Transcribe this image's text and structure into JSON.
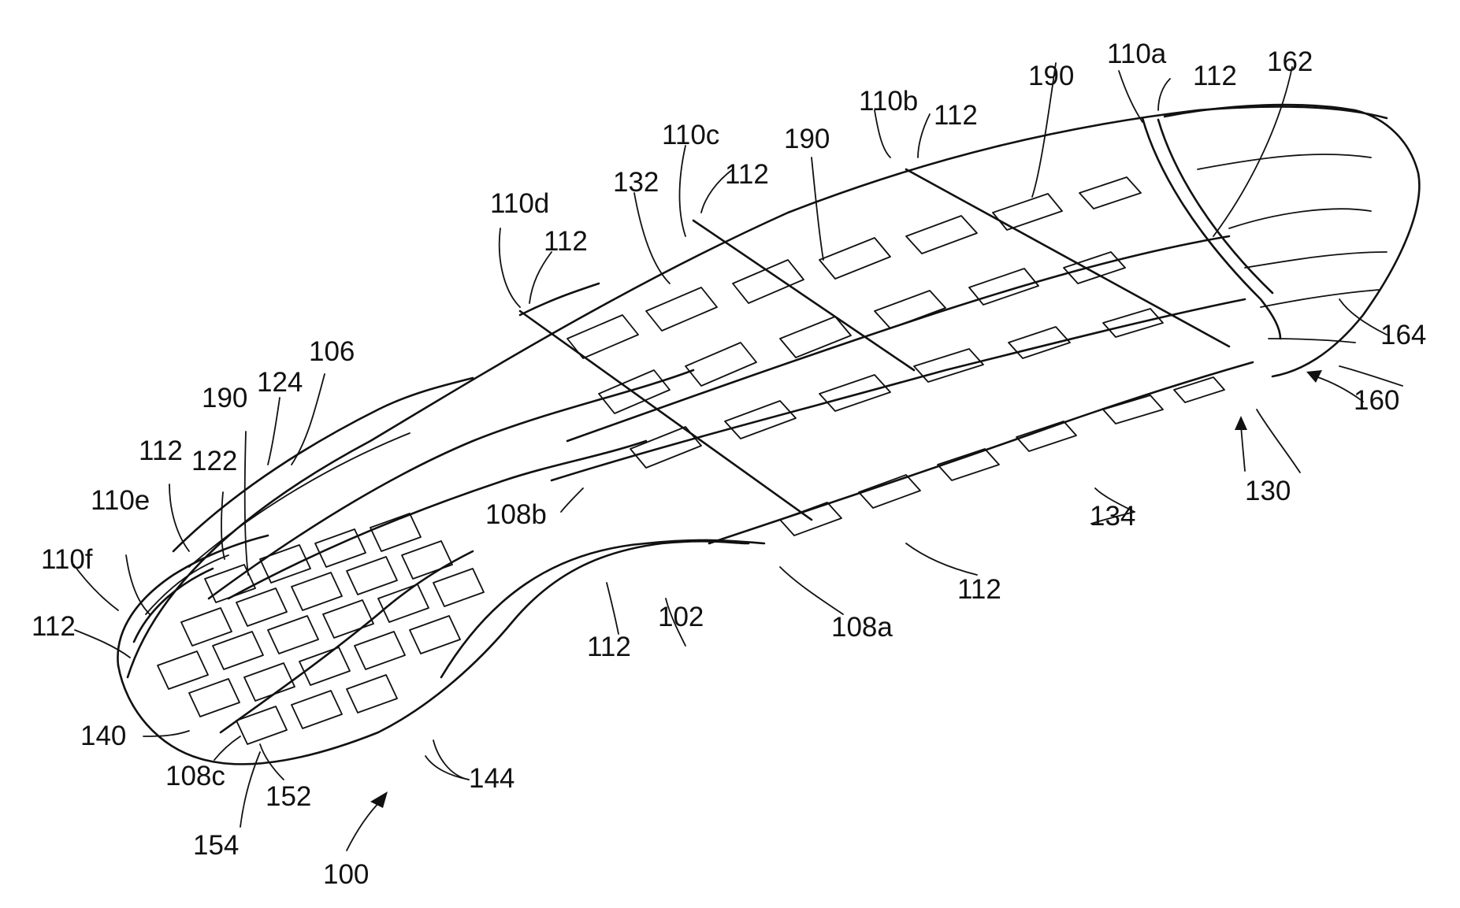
{
  "figure": {
    "labels": [
      "190",
      "110a",
      "112",
      "162",
      "110b",
      "112",
      "190",
      "110c",
      "112",
      "132",
      "110d",
      "112",
      "106",
      "124",
      "190",
      "112",
      "122",
      "110e",
      "110f",
      "112",
      "108b",
      "164",
      "160",
      "130",
      "134",
      "112",
      "102",
      "108a",
      "112",
      "140",
      "108c",
      "152",
      "144",
      "154",
      "100"
    ]
  }
}
